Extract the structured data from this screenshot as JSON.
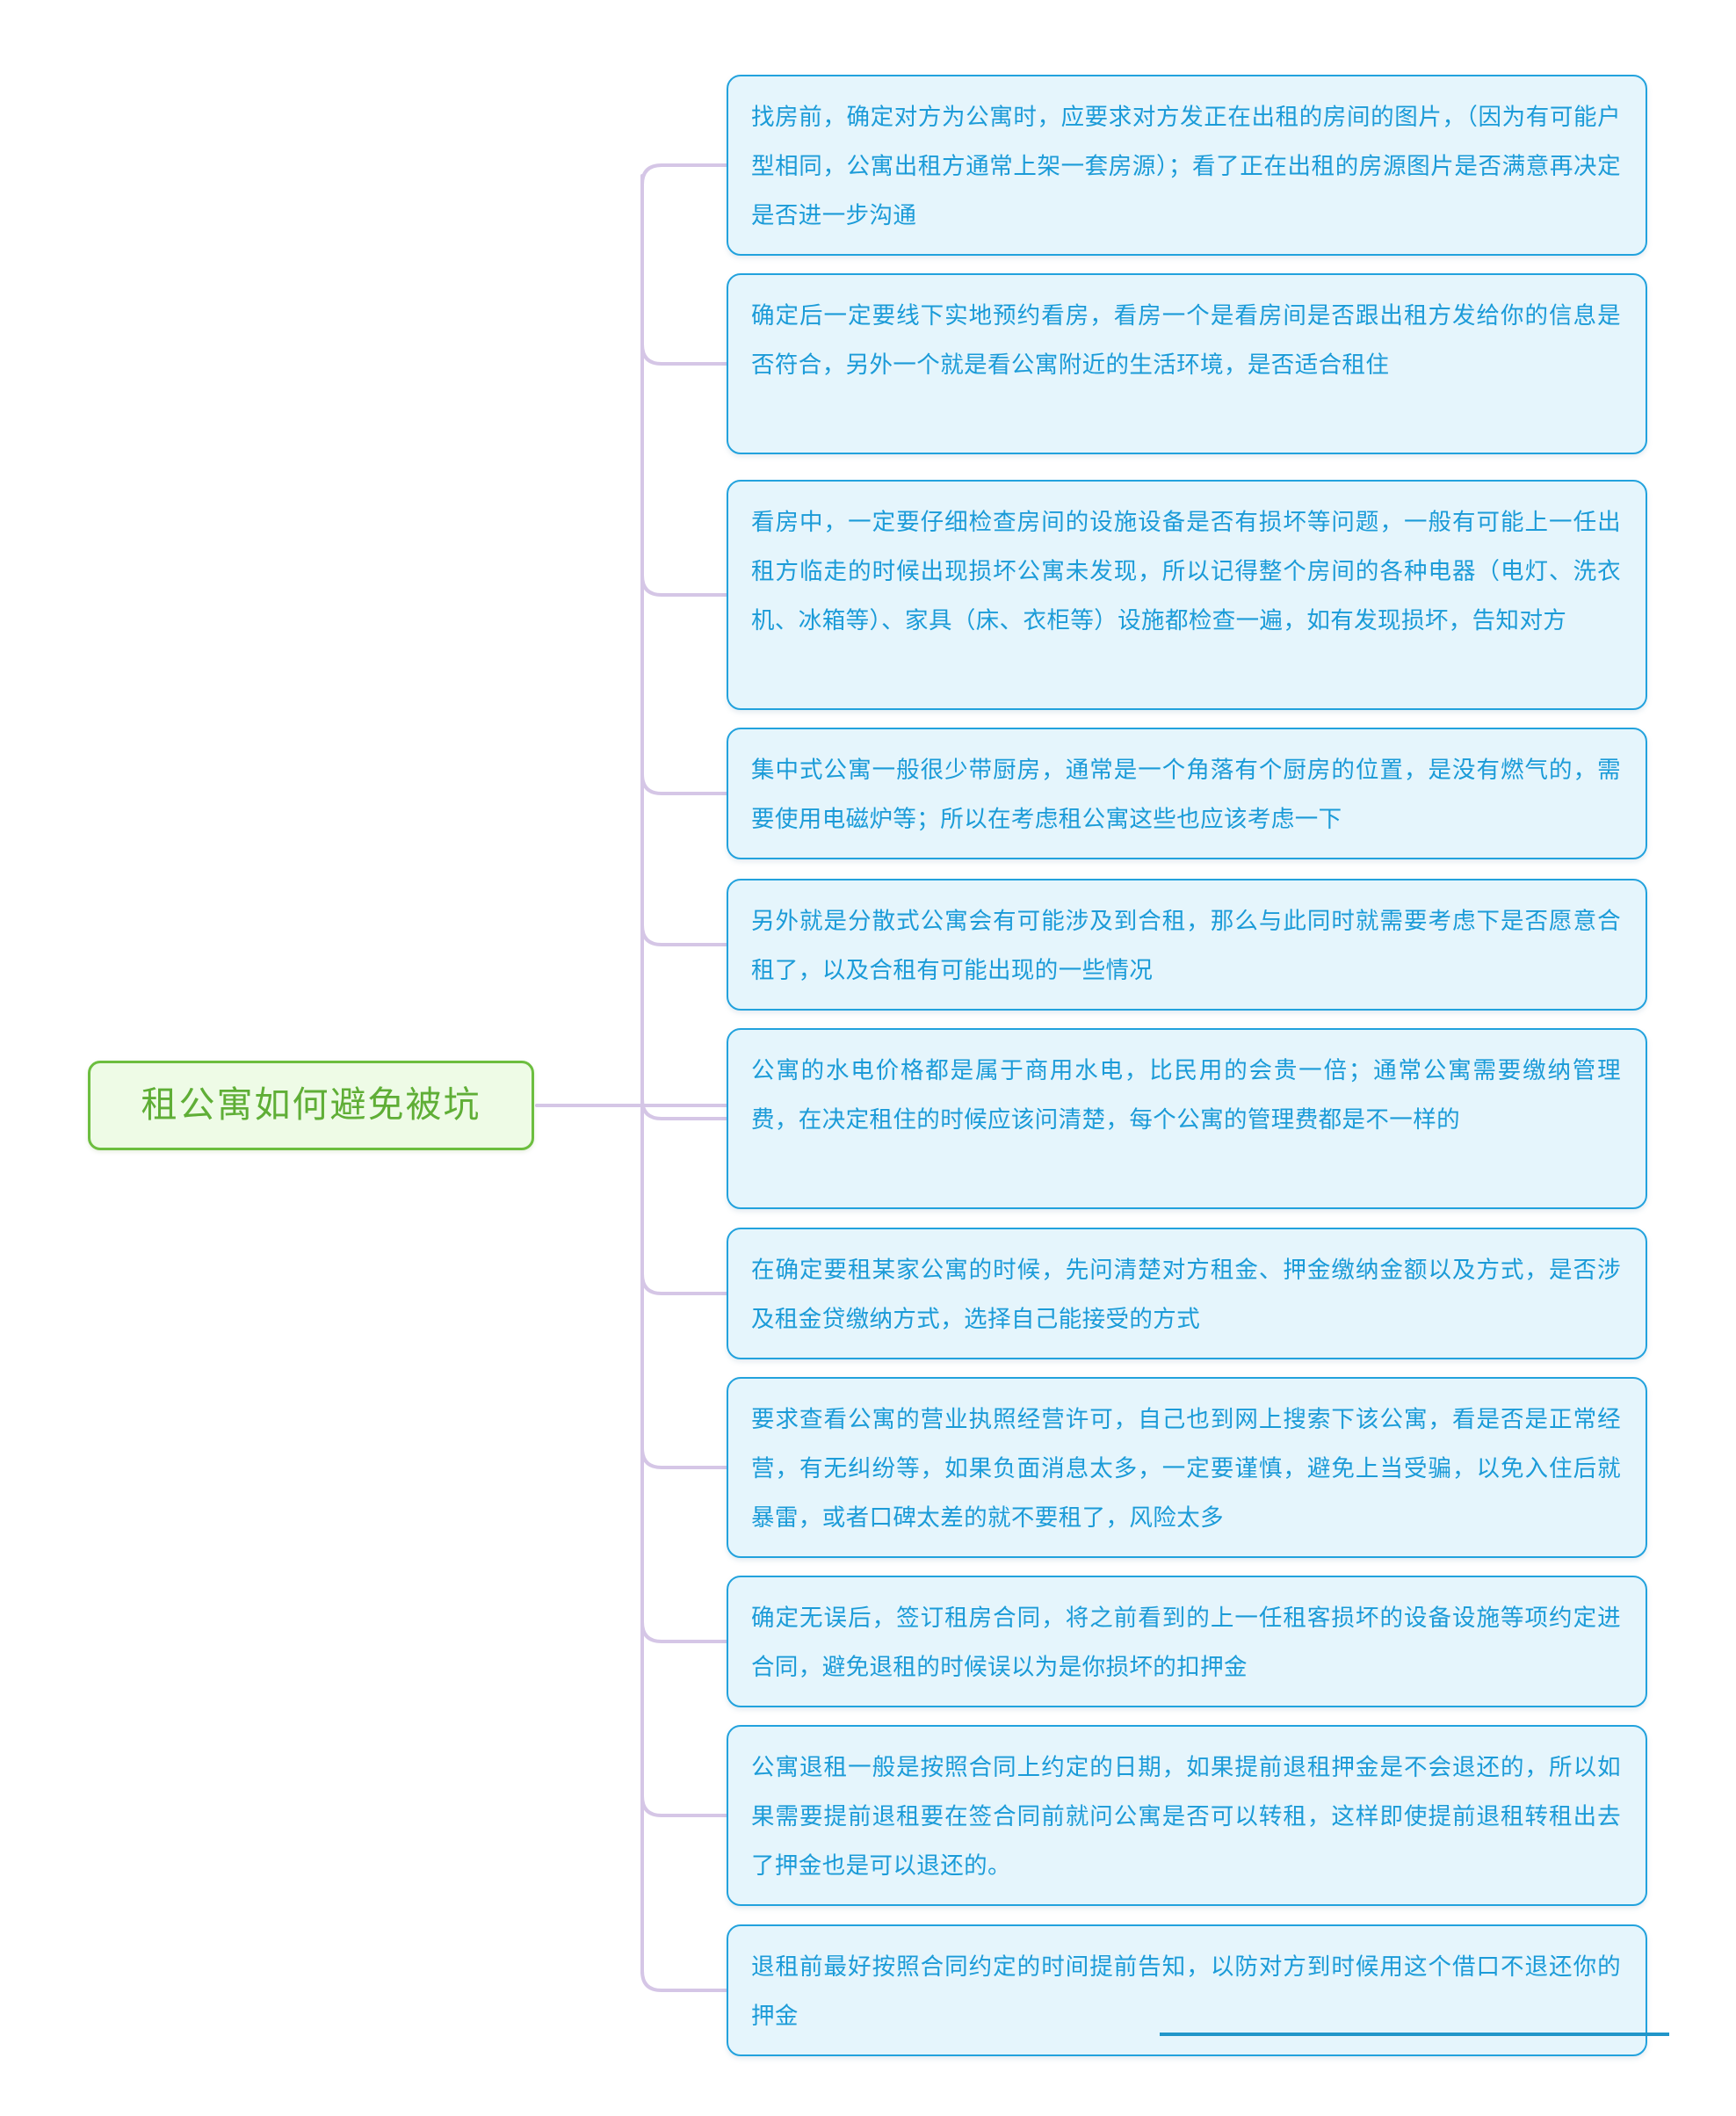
{
  "mindmap": {
    "root": {
      "label": "租公寓如何避免被坑",
      "fill": "#eefbe6",
      "border": "#6cbe3f",
      "text_color": "#5fae36"
    },
    "branch_style": {
      "fill": "#e5f5fc",
      "border": "#22a2dd",
      "text_color": "#1b9bd8",
      "connector_color": "#d5c6e6"
    },
    "branches": [
      {
        "index": 1,
        "text": "找房前，确定对方为公寓时，应要求对方发正在出租的房间的图片，（因为有可能户型相同，公寓出租方通常上架一套房源）；看了正在出租的房源图片是否满意再决定是否进一步沟通"
      },
      {
        "index": 2,
        "text": "确定后一定要线下实地预约看房，看房一个是看房间是否跟出租方发给你的信息是否符合，另外一个就是看公寓附近的生活环境，是否适合租住"
      },
      {
        "index": 3,
        "text": "看房中，一定要仔细检查房间的设施设备是否有损坏等问题，一般有可能上一任出租方临走的时候出现损坏公寓未发现，所以记得整个房间的各种电器（电灯、洗衣机、冰箱等）、家具（床、衣柜等）设施都检查一遍，如有发现损坏，告知对方"
      },
      {
        "index": 4,
        "text": "集中式公寓一般很少带厨房，通常是一个角落有个厨房的位置，是没有燃气的，需要使用电磁炉等；所以在考虑租公寓这些也应该考虑一下"
      },
      {
        "index": 5,
        "text": "另外就是分散式公寓会有可能涉及到合租，那么与此同时就需要考虑下是否愿意合租了，以及合租有可能出现的一些情况"
      },
      {
        "index": 6,
        "text": "公寓的水电价格都是属于商用水电，比民用的会贵一倍；通常公寓需要缴纳管理费，在决定租住的时候应该问清楚，每个公寓的管理费都是不一样的"
      },
      {
        "index": 7,
        "text": "在确定要租某家公寓的时候，先问清楚对方租金、押金缴纳金额以及方式，是否涉及租金贷缴纳方式，选择自己能接受的方式"
      },
      {
        "index": 8,
        "text": "要求查看公寓的营业执照经营许可，自己也到网上搜索下该公寓，看是否是正常经营，有无纠纷等，如果负面消息太多，一定要谨慎，避免上当受骗，以免入住后就暴雷，或者口碑太差的就不要租了，风险太多"
      },
      {
        "index": 9,
        "text": "确定无误后，签订租房合同，将之前看到的上一任租客损坏的设备设施等项约定进合同，避免退租的时候误以为是你损坏的扣押金"
      },
      {
        "index": 10,
        "text": "公寓退租一般是按照合同上约定的日期，如果提前退租押金是不会退还的，所以如果需要提前退租要在签合同前就问公寓是否可以转租，这样即使提前退租转租出去了押金也是可以退还的。"
      },
      {
        "index": 11,
        "text": "退租前最好按照合同约定的时间提前告知，以防对方到时候用这个借口不退还你的押金"
      }
    ]
  }
}
